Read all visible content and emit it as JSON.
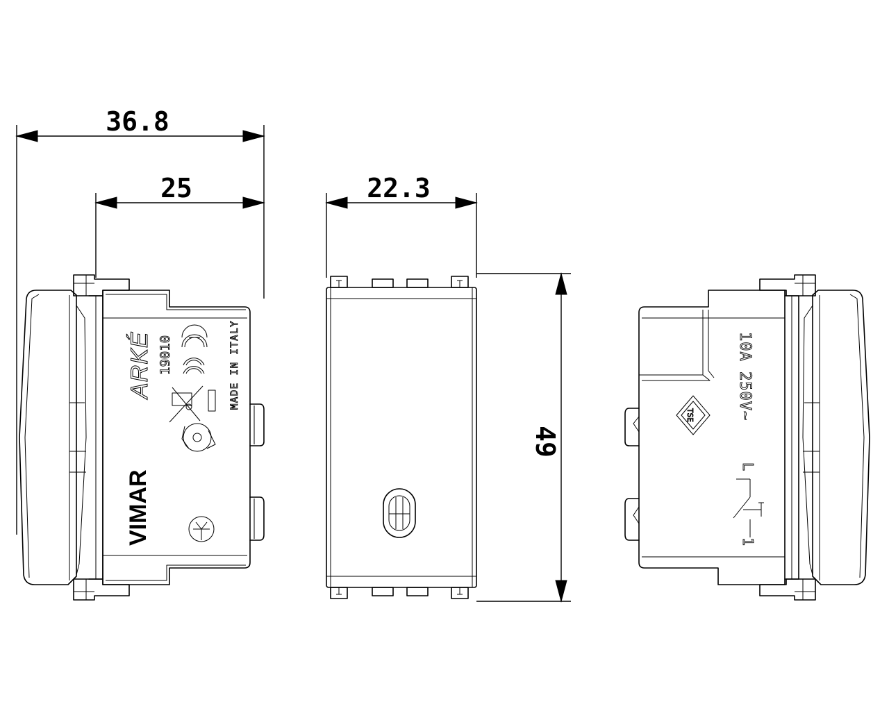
{
  "dimensions": {
    "overall_depth": "36.8",
    "body_depth": "25",
    "width": "22.3",
    "height": "49"
  },
  "left_view_markings": {
    "brand": "VIMAR",
    "series": "ARKÉ",
    "code": "19010",
    "origin": "MADE IN ITALY"
  },
  "right_view_markings": {
    "rating": "10A 250V~",
    "approval": "TSE",
    "terminal_top": "L",
    "terminal_bottom": "1"
  }
}
